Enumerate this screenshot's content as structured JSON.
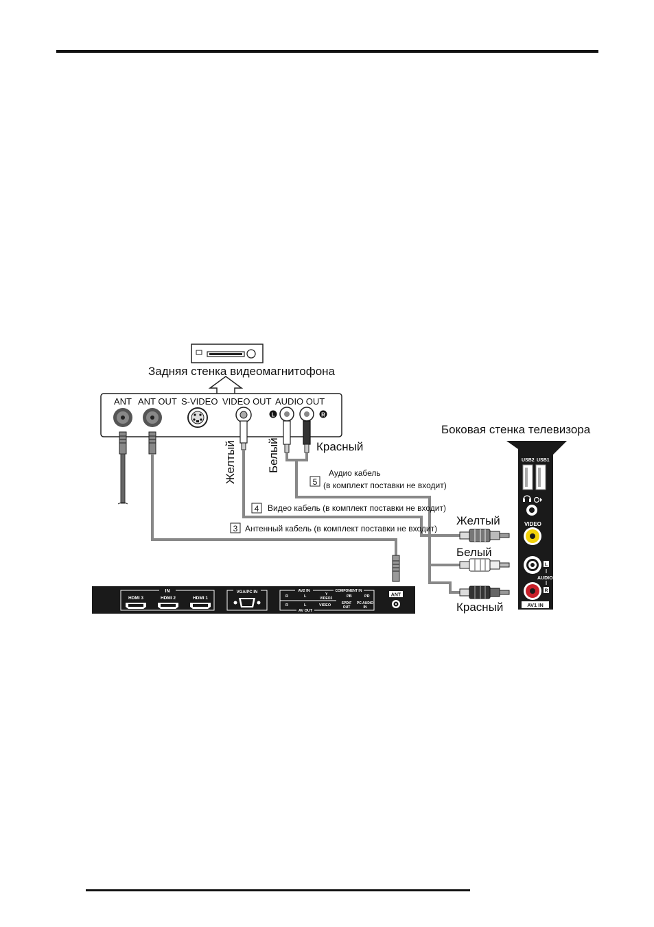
{
  "vcr": {
    "caption": "Задняя стенка видеомагнитофона",
    "ports": {
      "ant": "ANT",
      "ant_out": "ANT OUT",
      "s_video": "S-VIDEO",
      "video_out": "VIDEO OUT",
      "audio_out": "AUDIO OUT",
      "left_badge": "L",
      "right_badge": "R"
    },
    "plug_labels": {
      "yellow": "Желтый",
      "white": "Белый",
      "red": "Красный"
    }
  },
  "cables": [
    {
      "number": "5",
      "label_line1": "Аудио кабель",
      "label_line2": "(в комплект поставки не входит)"
    },
    {
      "number": "4",
      "label": "Видео кабель (в комплект поставки не входит)"
    },
    {
      "number": "3",
      "label": "Антенный кабель (в комплект поставки не входит)"
    }
  ],
  "tv_side": {
    "caption": "Боковая стенка телевизора",
    "usb2": "USB2",
    "usb1": "USB1",
    "video": "VIDEO",
    "audio": "AUDIO",
    "left_badge": "L",
    "right_badge": "R",
    "av1_in": "AV1 IN",
    "plug_labels": {
      "yellow": "Желтый",
      "white": "Белый",
      "red": "Красный"
    }
  },
  "tv_rear": {
    "in": "IN",
    "hdmi3": "HDMI 3",
    "hdmi2": "HDMI 2",
    "hdmi1": "HDMI 1",
    "vga": "VGA/PC IN",
    "av2_in": "AV2 IN",
    "component_in": "COMPONENT IN",
    "r": "R",
    "l": "L",
    "y": "Y",
    "video2": "VIDEO2",
    "pb": "PB",
    "pr": "PR",
    "r2": "R",
    "l2": "L",
    "video": "VIDEO",
    "av_out": "AV OUT",
    "spdif": "SPDIF",
    "out": "OUT",
    "pc_audio": "PC AUDIO",
    "pc_in": "IN",
    "ant": "ANT"
  },
  "colors": {
    "yellow_plug": "#f2d20a",
    "red_plug": "#c8202a",
    "white_plug": "#ffffff",
    "cable": "#8a8a8a",
    "panel": "#1a1a1a"
  }
}
